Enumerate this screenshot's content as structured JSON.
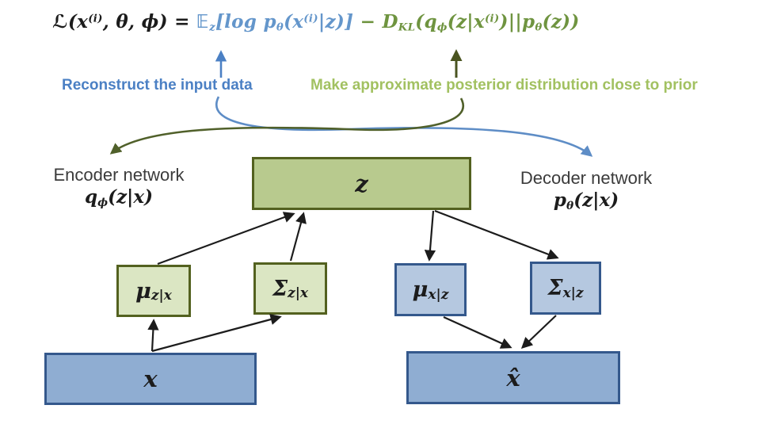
{
  "colors": {
    "ink": "#1c1c1c",
    "formula_blue": "#6496cb",
    "formula_green": "#6f9440",
    "annot_blue": "#4b80c4",
    "annot_green": "#a2c161",
    "olive_arrow": "#4a5420",
    "curve_blue": "#5e8dc6",
    "curve_green": "#50602a",
    "green_fill": "#b8ca8e",
    "green_fill_light": "#dbe6c3",
    "green_border": "#53611f",
    "blue_fill": "#8fadd2",
    "blue_fill_light": "#b5c8e0",
    "blue_border": "#34588c",
    "label_ink": "#3b3b3b"
  },
  "formula": {
    "segments": [
      {
        "text": "ℒ(x",
        "color": "ink"
      },
      {
        "text": "(i)",
        "color": "ink",
        "pos": "sup"
      },
      {
        "text": ", θ, ϕ) = ",
        "color": "ink"
      },
      {
        "text": "𝔼",
        "color": "formula_blue"
      },
      {
        "text": "z",
        "color": "formula_blue",
        "pos": "sub"
      },
      {
        "text": "[log p",
        "color": "formula_blue"
      },
      {
        "text": "θ",
        "color": "formula_blue",
        "pos": "sub"
      },
      {
        "text": "(x",
        "color": "formula_blue"
      },
      {
        "text": "(i)",
        "color": "formula_blue",
        "pos": "sup"
      },
      {
        "text": "|z)]",
        "color": "formula_blue"
      },
      {
        "text": " − D",
        "color": "formula_green"
      },
      {
        "text": "KL",
        "color": "formula_green",
        "pos": "sub"
      },
      {
        "text": "(q",
        "color": "formula_green"
      },
      {
        "text": "ϕ",
        "color": "formula_green",
        "pos": "sub"
      },
      {
        "text": "(z|x",
        "color": "formula_green"
      },
      {
        "text": "(i)",
        "color": "formula_green",
        "pos": "sup"
      },
      {
        "text": ")||p",
        "color": "formula_green"
      },
      {
        "text": "θ",
        "color": "formula_green",
        "pos": "sub"
      },
      {
        "text": "(z))",
        "color": "formula_green"
      }
    ]
  },
  "annotations": {
    "reconstruct": "Reconstruct the input data",
    "kl": "Make approximate posterior distribution close to prior"
  },
  "encoder": {
    "title": "Encoder network",
    "dist_pre": "q",
    "dist_sub": "ϕ",
    "dist_post": "(z|x)"
  },
  "decoder": {
    "title": "Decoder network",
    "dist_pre": "p",
    "dist_sub": "θ",
    "dist_post": "(z|x)"
  },
  "boxes": {
    "z": {
      "label": "z"
    },
    "mu_enc": {
      "pre": "μ",
      "sub": "z|x"
    },
    "sigma_enc": {
      "pre": "Σ",
      "sub": "z|x"
    },
    "mu_dec": {
      "pre": "μ",
      "sub": "x|z"
    },
    "sigma_dec": {
      "pre": "Σ",
      "sub": "x|z"
    },
    "x": {
      "label": "x"
    },
    "xhat": {
      "label": "x̂"
    }
  }
}
